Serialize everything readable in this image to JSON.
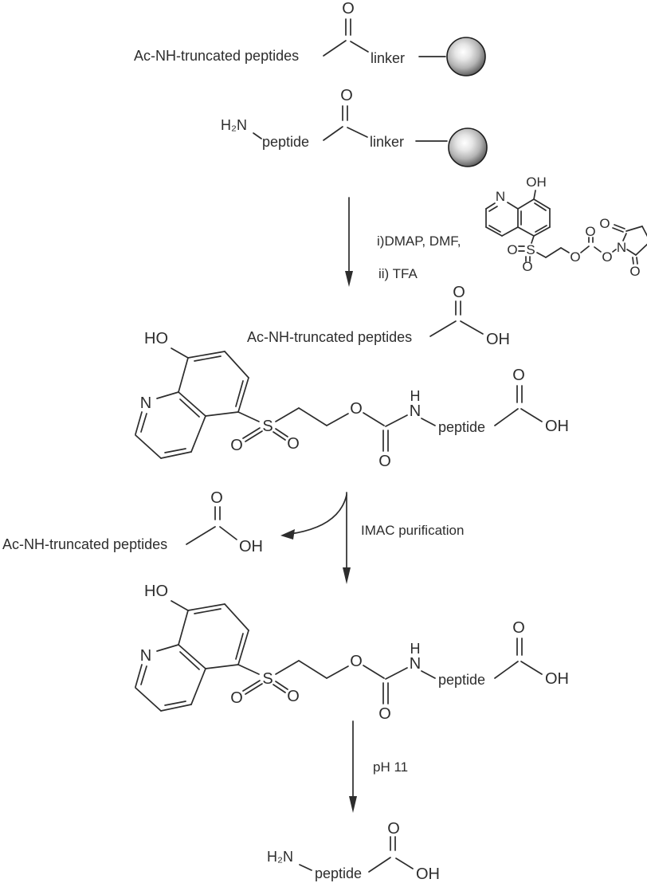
{
  "labels": {
    "truncated": "Ac-NH-truncated peptides",
    "peptide": "peptide",
    "linker": "linker",
    "h2n": "H₂N"
  },
  "atoms": {
    "o": "O",
    "n": "N",
    "s": "S",
    "h": "H",
    "oh": "OH",
    "ho": "HO"
  },
  "conditions": {
    "step1a": "i)DMAP, DMF,",
    "step1b": "ii) TFA",
    "step2": "IMAC purification",
    "step3": "pH 11"
  },
  "colors": {
    "line": "#2d2d2d",
    "bead_light": "#ffffff",
    "bead_dark": "#3a3a3a",
    "background": "#ffffff"
  }
}
